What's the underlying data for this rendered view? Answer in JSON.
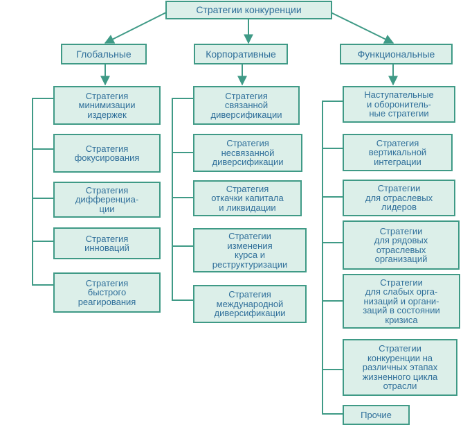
{
  "root": "Стратегии конкуренции",
  "columns": [
    {
      "title": "Глобальные",
      "items": [
        "Стратегия\nминимизации\nиздержек",
        "Стратегия\nфокусирования",
        "Стратегия\nдифференциа-\nции",
        "Стратегия\nинноваций",
        "Стратегия\nбыстрого\nреагирования"
      ]
    },
    {
      "title": "Корпоративные",
      "items": [
        "Стратегия\nсвязанной\nдиверсификации",
        "Стратегия\nнесвязанной\nдиверсификации",
        "Стратегия\nоткачки капитала\nи ликвидации",
        "Стратегии\nизменения\nкурса и\nреструктуризации",
        "Стратегия\nмеждународной\nдиверсификации"
      ]
    },
    {
      "title": "Функциональные",
      "items": [
        "Наступательные\nи оборонитель-\nные стратегии",
        "Стратегия\nвертикальной\nинтеграции",
        "Стратегии\nдля отраслевых\nлидеров",
        "Стратегии\nдля рядовых\nотраслевых\nорганизаций",
        "Стратегии\nдля слабых орга-\nнизаций и органи-\nзаций в состоянии\nкризиса",
        "Стратегии\nконкуренции на\nразличных этапах\nжизненного цикла\nотрасли",
        "Прочие"
      ]
    }
  ]
}
